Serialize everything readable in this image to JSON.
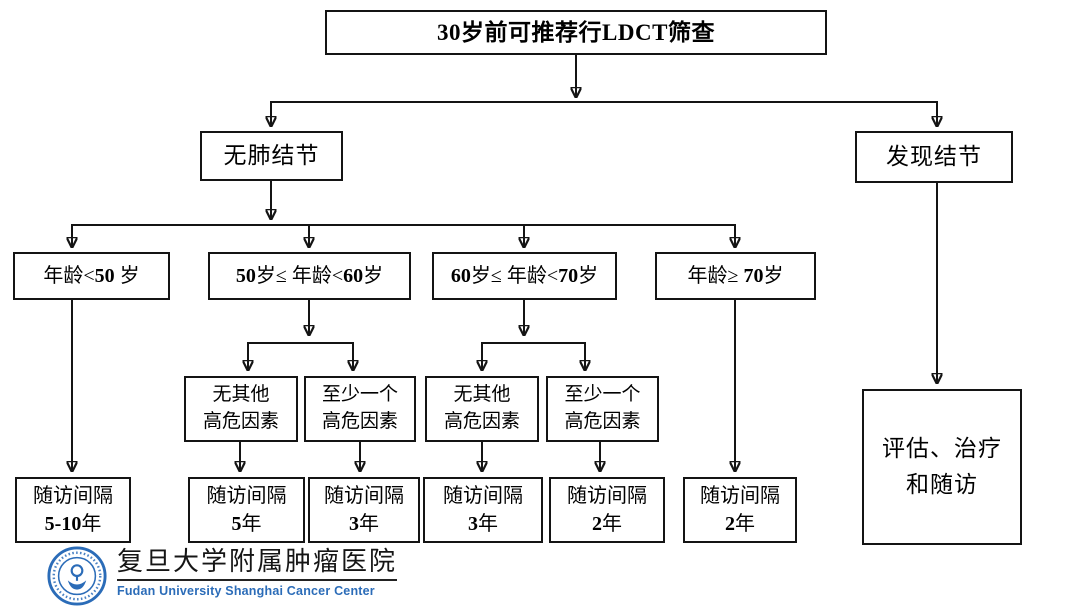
{
  "title": "30岁前可推荐行LDCT筛查",
  "nodes": {
    "no_nodule": {
      "label": "无肺结节"
    },
    "nodule_found": {
      "label": "发现结节"
    },
    "age_lt50": {
      "segs": [
        {
          "t": "年龄<"
        },
        {
          "t": "50",
          "b": 1
        },
        {
          "t": " 岁"
        }
      ]
    },
    "age_50_60": {
      "segs": [
        {
          "t": "50",
          "b": 1
        },
        {
          "t": "岁≤ 年龄<"
        },
        {
          "t": "60",
          "b": 1
        },
        {
          "t": "岁"
        }
      ]
    },
    "age_60_70": {
      "segs": [
        {
          "t": "60",
          "b": 1
        },
        {
          "t": "岁≤ 年龄<"
        },
        {
          "t": "70",
          "b": 1
        },
        {
          "t": "岁"
        }
      ]
    },
    "age_ge70": {
      "segs": [
        {
          "t": "年龄≥ "
        },
        {
          "t": "70",
          "b": 1
        },
        {
          "t": "岁"
        }
      ]
    },
    "no_other_risk_a": {
      "line1": "无其他",
      "line2": "高危因素"
    },
    "one_risk_a": {
      "line1": "至少一个",
      "line2": "高危因素"
    },
    "no_other_risk_b": {
      "line1": "无其他",
      "line2": "高危因素"
    },
    "one_risk_b": {
      "line1": "至少一个",
      "line2": "高危因素"
    },
    "fu_5_10": {
      "line1": "随访间隔",
      "segs": [
        {
          "t": "5-10",
          "b": 1
        },
        {
          "t": "年"
        }
      ]
    },
    "fu_5": {
      "line1": "随访间隔",
      "segs": [
        {
          "t": "5",
          "b": 1
        },
        {
          "t": "年"
        }
      ]
    },
    "fu_3a": {
      "line1": "随访间隔",
      "segs": [
        {
          "t": "3",
          "b": 1
        },
        {
          "t": "年"
        }
      ]
    },
    "fu_3b": {
      "line1": "随访间隔",
      "segs": [
        {
          "t": "3",
          "b": 1
        },
        {
          "t": "年"
        }
      ]
    },
    "fu_2a": {
      "line1": "随访间隔",
      "segs": [
        {
          "t": "2",
          "b": 1
        },
        {
          "t": "年"
        }
      ]
    },
    "fu_2b": {
      "line1": "随访间隔",
      "segs": [
        {
          "t": "2",
          "b": 1
        },
        {
          "t": "年"
        }
      ]
    },
    "evaluate": {
      "line1": "评估、治疗",
      "line2": "和随访"
    }
  },
  "logo": {
    "cn_name": "复旦大学附属肿瘤医院",
    "en_name": "Fudan University Shanghai Cancer Center"
  },
  "colors": {
    "line": "#141414",
    "brand_blue": "#2b6cb8",
    "background": "#ffffff"
  }
}
